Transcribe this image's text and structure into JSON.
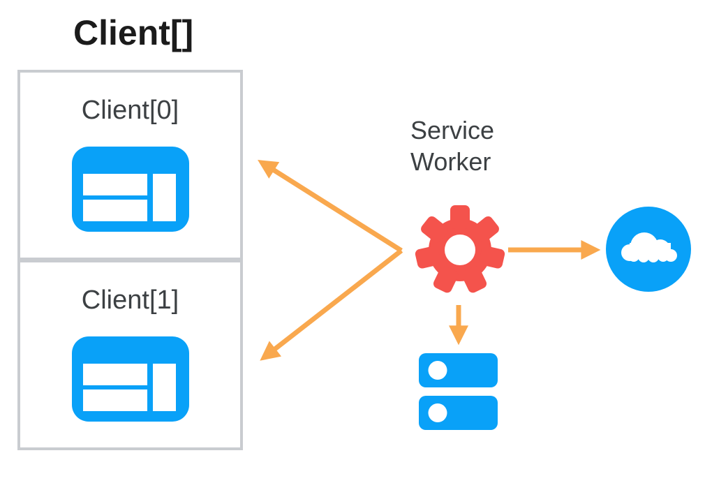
{
  "title": "Client[]",
  "clients": [
    {
      "label": "Client[0]",
      "icon": "browser-window-icon"
    },
    {
      "label": "Client[1]",
      "icon": "browser-window-icon"
    }
  ],
  "service_worker": {
    "label": "Service Worker",
    "icon": "gear-icon"
  },
  "network": {
    "icon": "cloud-icon"
  },
  "storage": {
    "icon": "database-icon"
  },
  "arrows": [
    {
      "from": "service-worker",
      "to": "client-0",
      "direction": "to-client"
    },
    {
      "from": "service-worker",
      "to": "client-1",
      "direction": "to-client"
    },
    {
      "from": "service-worker",
      "to": "network-cloud",
      "direction": "to-network"
    },
    {
      "from": "service-worker",
      "to": "cache-storage",
      "direction": "to-storage"
    }
  ],
  "colors": {
    "blue": "#09a1f8",
    "red": "#f4534c",
    "orange": "#f9a84e",
    "border_gray": "#c9ccd0",
    "text_dark": "#3c4043",
    "title_black": "#1b1b1b",
    "white": "#ffffff"
  }
}
